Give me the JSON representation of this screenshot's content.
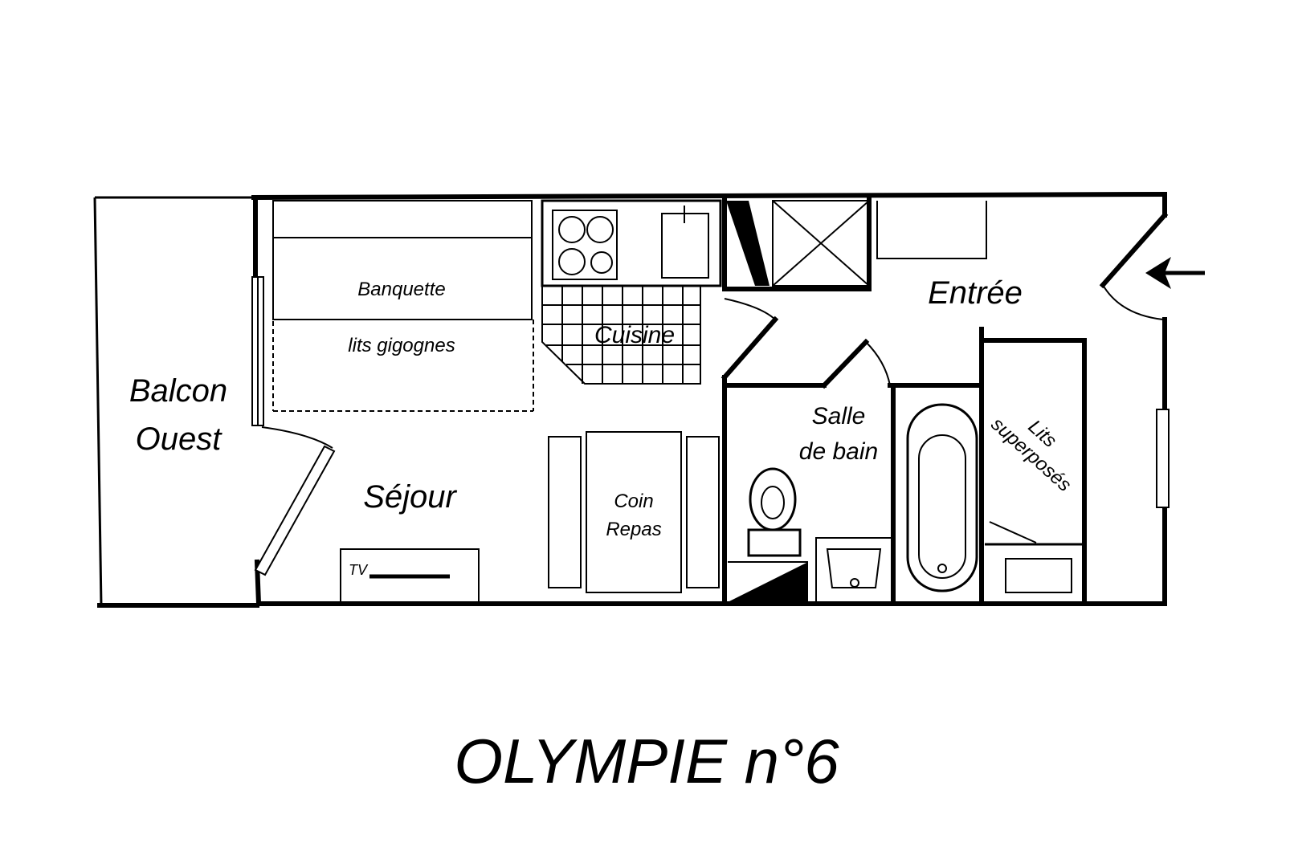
{
  "plan": {
    "title": "OLYMPIE n°6",
    "rooms": {
      "balcon_line1": "Balcon",
      "balcon_line2": "Ouest",
      "sejour": "Séjour",
      "cuisine": "Cuisine",
      "entree": "Entrée",
      "salle_line1": "Salle",
      "salle_line2": "de bain",
      "coin_line1": "Coin",
      "coin_line2": "Repas"
    },
    "furniture": {
      "banquette": "Banquette",
      "lits_gigognes": "lits gigognes",
      "lits_sup_line1": "Lits",
      "lits_sup_line2": "superposés",
      "tv": "TV"
    }
  }
}
